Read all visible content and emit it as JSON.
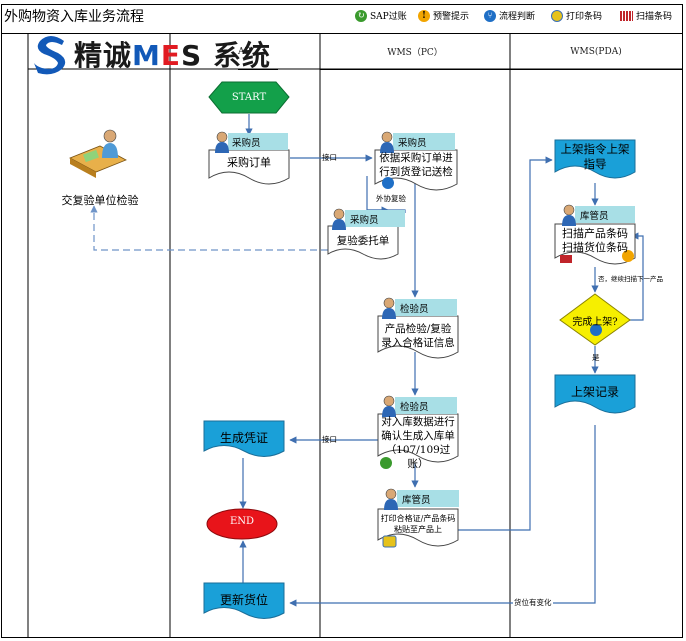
{
  "title": "外购物资入库业务流程",
  "legend": [
    {
      "icon": "sap-post-icon",
      "label": "SAP过账",
      "color": "#3a9a2d"
    },
    {
      "icon": "warning-icon",
      "label": "预警提示",
      "color": "#f2a500"
    },
    {
      "icon": "flow-decision-icon",
      "label": "流程判断",
      "color": "#1f6fc6"
    },
    {
      "icon": "print-barcode-icon",
      "label": "打印条码",
      "color": "#e6c21b"
    },
    {
      "icon": "scan-barcode-icon",
      "label": "扫描条码",
      "color": "#c0242a"
    }
  ],
  "logo": {
    "prefix": "精诚",
    "m": "M",
    "e": "E",
    "s": "S",
    "suffix": "系统"
  },
  "lanes": {
    "sap_suffix": "AP",
    "wms_pc": "WMS（PC）",
    "wms_pda": "WMS(PDA)"
  },
  "nodes": {
    "start": "START",
    "end": "END",
    "review": "交复验单位检验",
    "po": "采购订单",
    "reg": "依据采购订单进行到货登记送检",
    "reinspect": "复验委托单",
    "inspect": "产品检验/复验录入合格证信息",
    "receipt": "对入库数据进行确认生成入库单（107/109过账）",
    "print": "打印合格证/产品条码粘贴至产品上",
    "voucher": "生成凭证",
    "loc_update": "更新货位",
    "putaway_cmd": "上架指令上架指导",
    "scan": "扫描产品条码扫描货位条码",
    "done": "完成上架?",
    "putaway_rec": "上架记录"
  },
  "roles": {
    "buyer1": "采购员",
    "buyer2": "采购员",
    "buyer3": "采购员",
    "inspector1": "检验员",
    "inspector2": "检验员",
    "keeper1": "库管员",
    "keeper2": "库管员"
  },
  "labels": {
    "iface1": "接口",
    "external": "外协复验",
    "iface2": "接口",
    "no_continue": "否，继续扫描下一产品",
    "yes": "是",
    "loc_change": "货位有变化"
  }
}
